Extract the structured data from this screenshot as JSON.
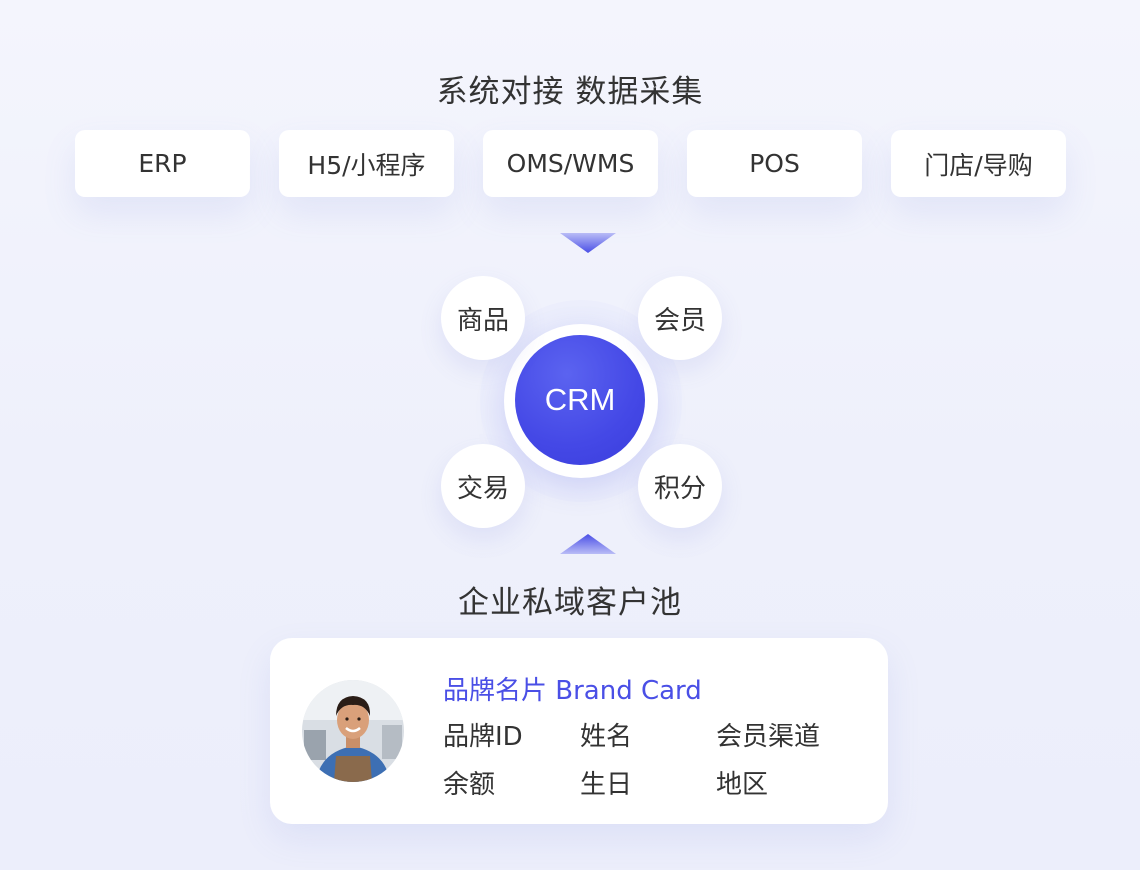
{
  "header": {
    "title": "系统对接 数据采集"
  },
  "sources": [
    {
      "label": "ERP"
    },
    {
      "label": "H5/小程序"
    },
    {
      "label": "OMS/WMS"
    },
    {
      "label": "POS"
    },
    {
      "label": "门店/导购"
    }
  ],
  "hub": {
    "center_label": "CRM",
    "nodes": [
      {
        "label": "商品"
      },
      {
        "label": "会员"
      },
      {
        "label": "交易"
      },
      {
        "label": "积分"
      }
    ]
  },
  "pool": {
    "title": "企业私域客户池"
  },
  "brand_card": {
    "title": "品牌名片 Brand Card",
    "fields": [
      {
        "label": "品牌ID"
      },
      {
        "label": "姓名"
      },
      {
        "label": "会员渠道"
      },
      {
        "label": "余额"
      },
      {
        "label": "生日"
      },
      {
        "label": "地区"
      }
    ]
  },
  "colors": {
    "accent": "#4a4fe6",
    "crm_fill": "#4448e6",
    "background": "#f1f2fc",
    "text": "#333333"
  },
  "icons": {
    "down_arrow": "chevron-down-icon",
    "up_arrow": "chevron-up-icon",
    "avatar": "customer-avatar-icon"
  }
}
